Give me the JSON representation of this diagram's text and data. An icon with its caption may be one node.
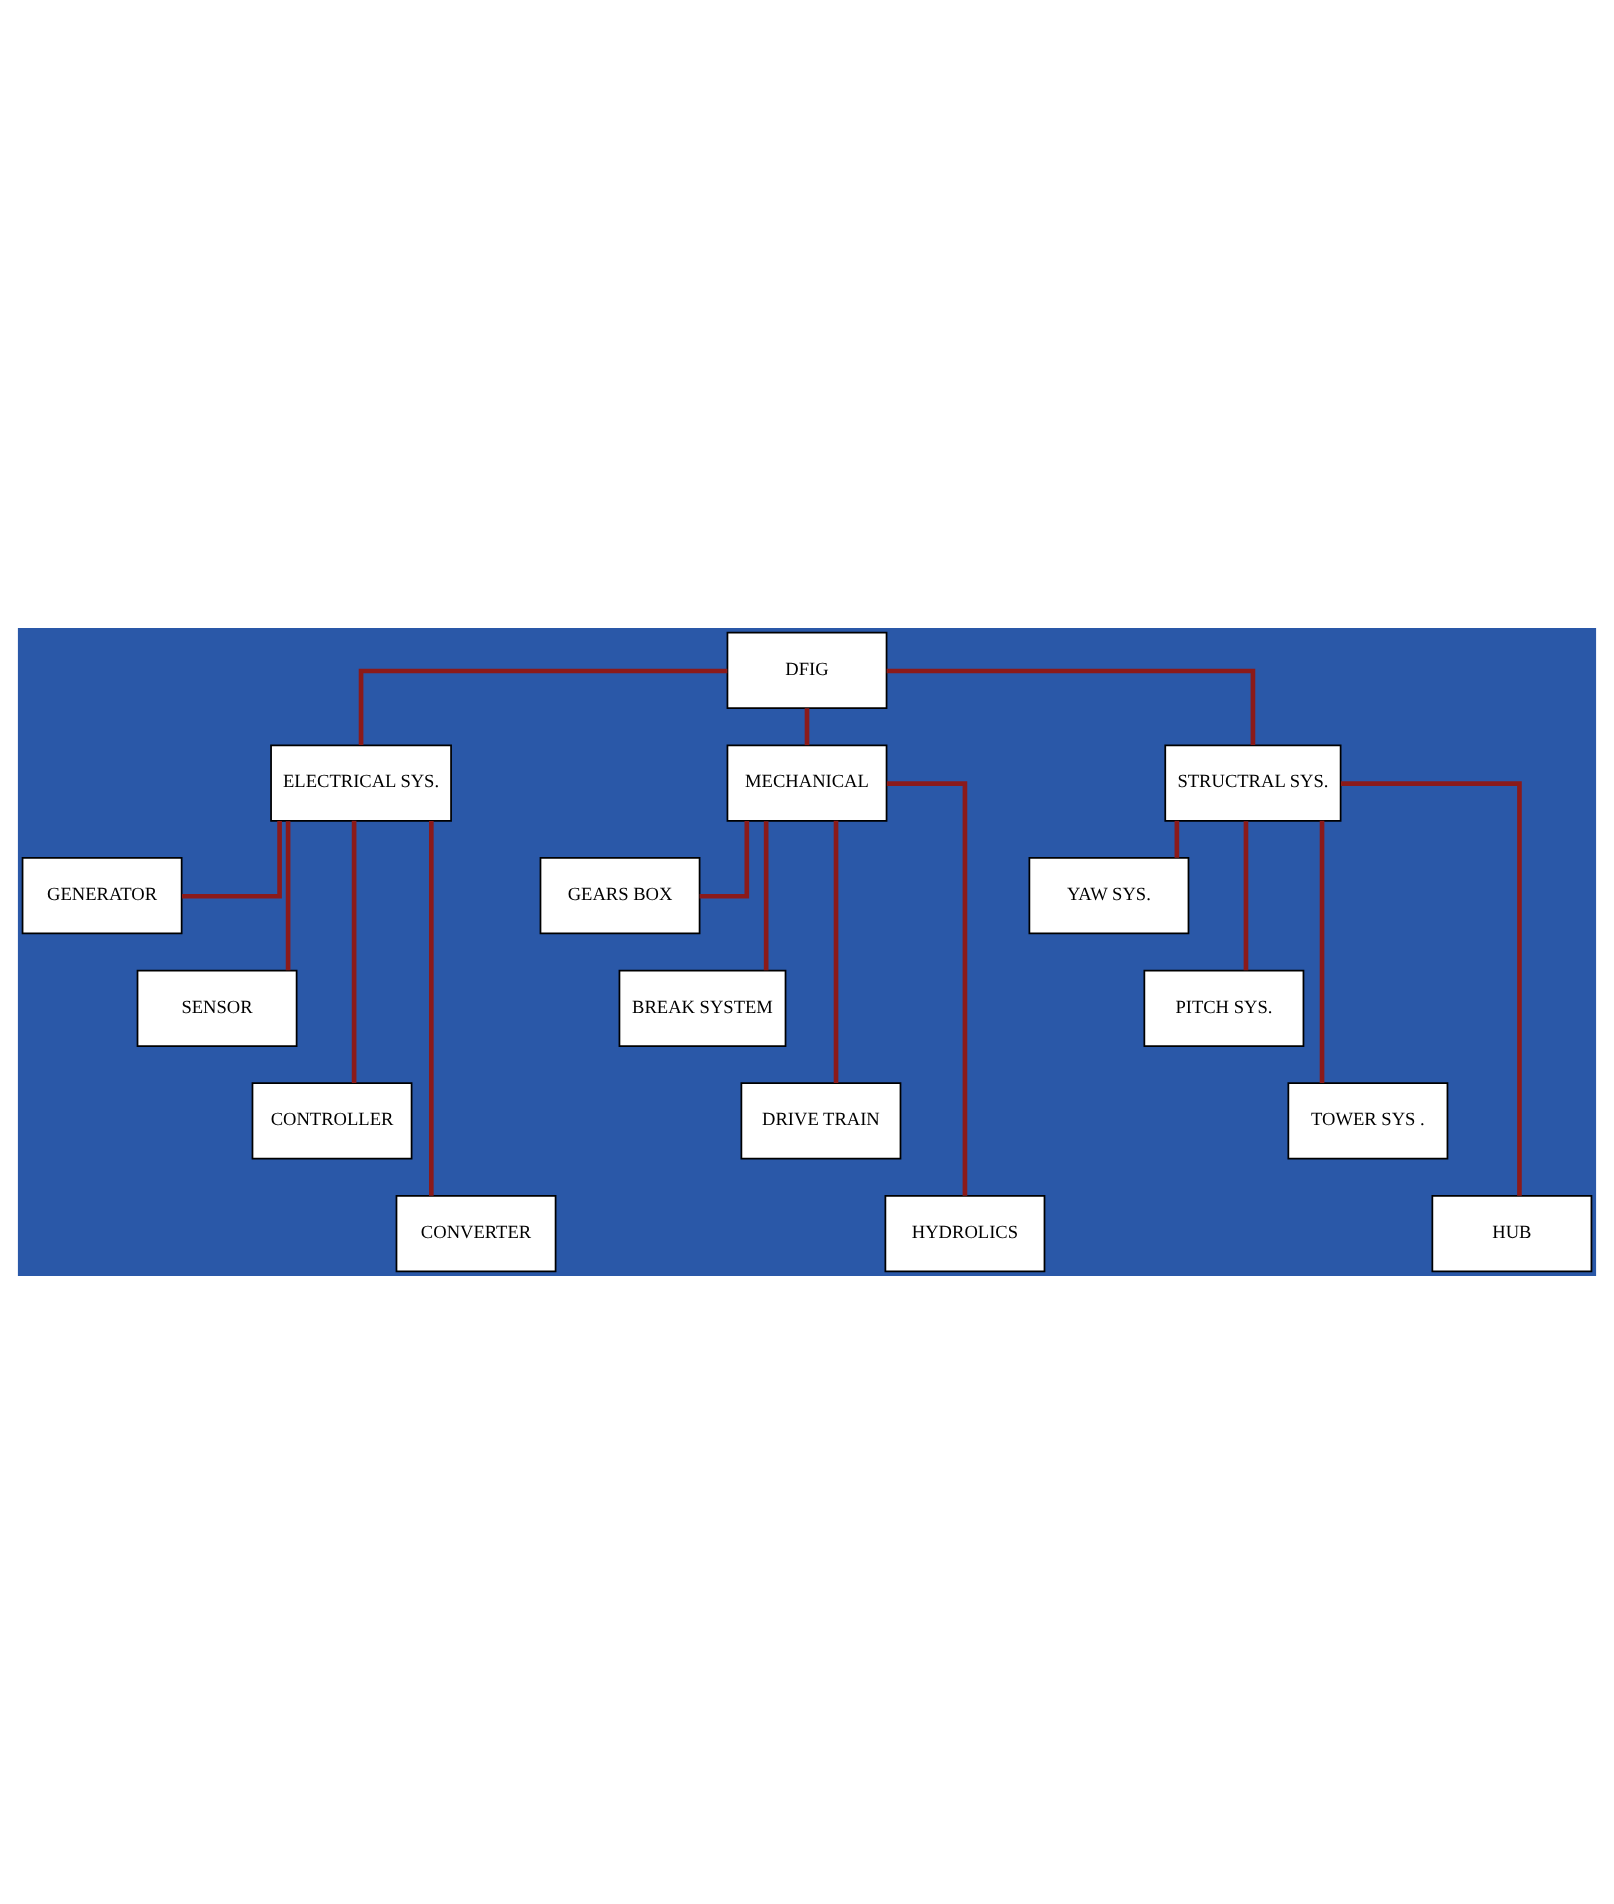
{
  "diagram": {
    "nodes": [
      {
        "text": [
          "DFIG"
        ]
      },
      {
        "text": [
          "ELECTRICAL SYS."
        ]
      },
      {
        "text": [
          "MECHANICAL"
        ]
      },
      {
        "text": [
          "STRUCTRAL SYS."
        ]
      },
      {
        "text": [
          "GENERATOR"
        ]
      },
      {
        "text": [
          "SENSOR"
        ]
      },
      {
        "text": [
          "CONTROLLER"
        ]
      },
      {
        "text": [
          "CONVERTER"
        ]
      },
      {
        "text": [
          "GEARS BOX"
        ]
      },
      {
        "text": [
          "BREAK SYSTEM"
        ]
      },
      {
        "text": [
          "DRIVE TRAIN"
        ]
      },
      {
        "text": [
          "HYDROLICS"
        ]
      },
      {
        "text": [
          "YAW SYS."
        ]
      },
      {
        "text": [
          "PITCH SYS."
        ]
      },
      {
        "text": [
          "TOWER SYS ."
        ]
      },
      {
        "text": [
          "HUB"
        ]
      }
    ],
    "edges": [
      {
        "from": 0,
        "to": 1,
        "arrow": "none"
      },
      {
        "from": 0,
        "to": 2,
        "arrow": "none"
      },
      {
        "from": 0,
        "to": 3,
        "arrow": "none"
      },
      {
        "from": 1,
        "to": 4,
        "arrow": "none"
      },
      {
        "from": 1,
        "to": 5,
        "arrow": "none"
      },
      {
        "from": 1,
        "to": 6,
        "arrow": "none"
      },
      {
        "from": 1,
        "to": 7,
        "arrow": "none"
      },
      {
        "from": 2,
        "to": 8,
        "arrow": "none"
      },
      {
        "from": 2,
        "to": 9,
        "arrow": "none"
      },
      {
        "from": 2,
        "to": 10,
        "arrow": "none"
      },
      {
        "from": 2,
        "to": 11,
        "arrow": "none"
      },
      {
        "from": 3,
        "to": 12,
        "arrow": "none"
      },
      {
        "from": 3,
        "to": 13,
        "arrow": "none"
      },
      {
        "from": 3,
        "to": 14,
        "arrow": "none"
      },
      {
        "from": 3,
        "to": 15,
        "arrow": "none"
      }
    ]
  }
}
